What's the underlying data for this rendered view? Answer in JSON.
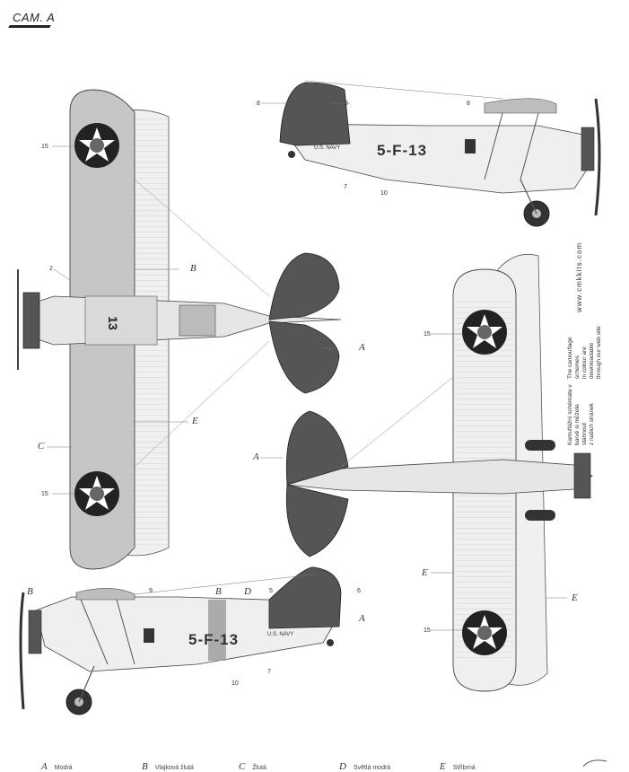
{
  "header": {
    "title": "CAM. A"
  },
  "callouts": {
    "n15": "15",
    "n2": "2",
    "n8": "8",
    "n5": "5",
    "n6": "6",
    "n7": "7",
    "n9": "9",
    "n10": "10"
  },
  "letters": {
    "A": "A",
    "B": "B",
    "C": "C",
    "D": "D",
    "E": "E"
  },
  "markings": {
    "side_code": "5-F-13",
    "side_code_bottom": "5-F-13",
    "us_navy": "U.S. NAVY",
    "fuselage_number": "13"
  },
  "note": {
    "cz": [
      "Kamuflážní schémata v",
      "barvě si můžete stáhnout",
      "z našich stránek"
    ],
    "en": [
      "The camouflage schemes",
      "in colour are downloadable",
      "through our web site"
    ],
    "url": "www.cmkkits.com"
  },
  "legend": [
    {
      "key": "A",
      "label": "Modrá"
    },
    {
      "key": "B",
      "label": "Vlajková žlutá"
    },
    {
      "key": "C",
      "label": "Žlutá"
    },
    {
      "key": "D",
      "label": "Světlá modrá"
    },
    {
      "key": "E",
      "label": "Stříbrná"
    }
  ],
  "colors": {
    "ink": "#2a2a2a",
    "silver": "#e9e9e9",
    "yellow_wing": "#bdbdbd",
    "tail_blue": "#555555",
    "roundel_dark": "#222222",
    "roundel_star": "#ffffff"
  }
}
